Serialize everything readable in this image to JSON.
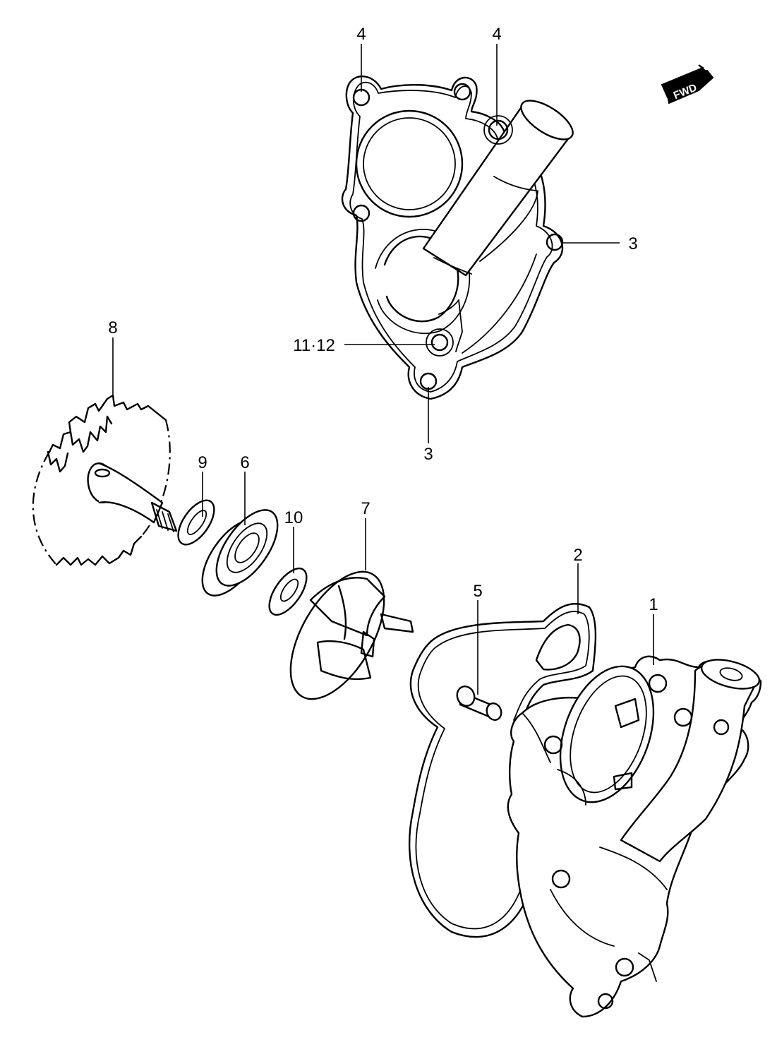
{
  "fwd_label": "FWD",
  "callouts": {
    "c1": "1",
    "c2": "2",
    "c3a": "3",
    "c3b": "3",
    "c4a": "4",
    "c4b": "4",
    "c5": "5",
    "c6": "6",
    "c7": "7",
    "c8": "8",
    "c9": "9",
    "c10": "10",
    "c11_12": "11·12"
  },
  "colors": {
    "line": "#000000",
    "background": "#ffffff"
  }
}
